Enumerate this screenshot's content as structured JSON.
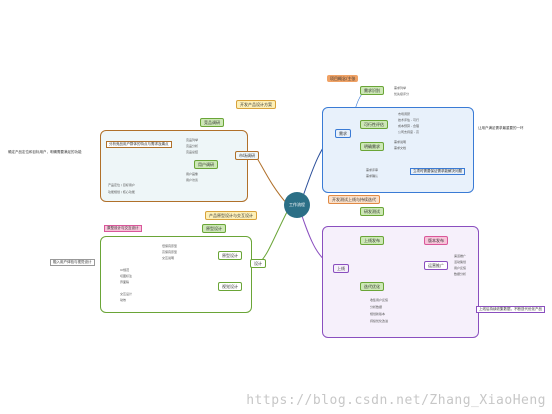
{
  "center": {
    "label": "工作流程"
  },
  "top_right": {
    "section_title": "项目概念/主张",
    "branch_label": "需求",
    "sub1": {
      "label": "需求识别",
      "leaves": [
        "需求列举",
        "优先级评分"
      ]
    },
    "sub2": {
      "label": "可行性评估",
      "leaves": [
        "市场调研",
        "技术评估 - 可行",
        "成本预算 - 合理",
        "公司支持度 - 高"
      ]
    },
    "sub3": {
      "label": "明确需求",
      "leaves": [
        "需求说明",
        "需求文档"
      ]
    },
    "sub4": {
      "leaves": [
        "需求评审",
        "需求确认"
      ]
    },
    "right_note": "让用户满足需求最重要的一环",
    "bottom_note": "立项时需要保证需求能解决问题"
  },
  "top_left": {
    "section_title": "开发产品设计方案",
    "branch_label": "市场调研",
    "sub1": {
      "label": "竞品调研",
      "leaves": [
        "竞品列举",
        "竞品分析",
        "竞品总结"
      ]
    },
    "sub2": {
      "label": "用户调研",
      "leaves": [
        "用户画像",
        "用户访谈"
      ]
    },
    "inner_note": "分析竞品用户群体的特点与需求及痛点",
    "lower_leaves": [
      "产品定位 / 目标用户",
      "功能规划 / 核心功能"
    ],
    "left_note": "确定产品定位和目标用户，明确需要满足的功能"
  },
  "bottom_left": {
    "section_title": "产品原型设计与交互设计",
    "branch_label": "设计",
    "sub1": {
      "label": "原型设计",
      "leaves": [
        "低保真原型",
        "高保真原型",
        "交互说明"
      ]
    },
    "sub2": {
      "label": "视觉设计",
      "leaves": [
        "UI规范",
        "切图标注",
        "界面稿",
        "交互设计",
        "动效"
      ]
    },
    "top_note": "原型设计与交互设计",
    "left_note": "融入用户体验与视觉设计",
    "green_label": "原型设计"
  },
  "bottom_right": {
    "section_title": "开发测试上线与持续迭代",
    "branch_label": "上线",
    "sub1": {
      "label": "研发测试"
    },
    "sub2": {
      "label": "上线发布",
      "tag": "运营推广",
      "leaves": [
        "渠道推广",
        "活动策划",
        "用户反馈",
        "数据分析"
      ]
    },
    "sub3": {
      "label": "迭代优化",
      "leaves": [
        "收集用户反馈",
        "分析数据",
        "规划新版本",
        "持续优化改进"
      ]
    },
    "right_note": "上线后持续收集数据，不断迭代优化产品",
    "pink_label": "版本发布"
  },
  "watermark": "https://blog.csdn.net/Zhang_XiaoHeng",
  "colors": {
    "center": "#2b6f86",
    "top_right": "#3a7bd5",
    "top_left": "#b0702a",
    "bottom_left": "#6aa537",
    "bottom_right": "#8a4fbf"
  }
}
